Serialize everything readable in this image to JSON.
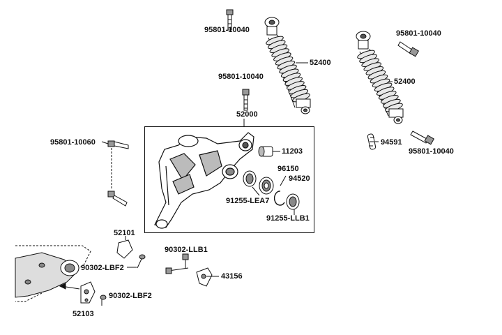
{
  "callouts": {
    "bolt_top_left": "95801-10040",
    "shock_left": "52400",
    "bolt_mid_left": "95801-10040",
    "arm_assembly": "52000",
    "bolt_top_right": "95801-10040",
    "shock_right": "52400",
    "washer_right": "94591",
    "bolt_lower_right": "95801-10040",
    "long_bolt": "95801-10060",
    "bushing": "11203",
    "bearing_inner": "96150",
    "circlip": "94520",
    "seal_left": "91255-LEA7",
    "seal_right": "91255-LLB1",
    "cover_top": "52101",
    "screw_a": "90302-LBF2",
    "screw_b": "90302-LBF2",
    "cover_bottom": "52103",
    "screw_c": "90302-LLB1",
    "bracket": "43156"
  },
  "colors": {
    "line": "#111111",
    "fill": "#ffffff",
    "shade": "#bfbfbf",
    "dark": "#555555"
  }
}
